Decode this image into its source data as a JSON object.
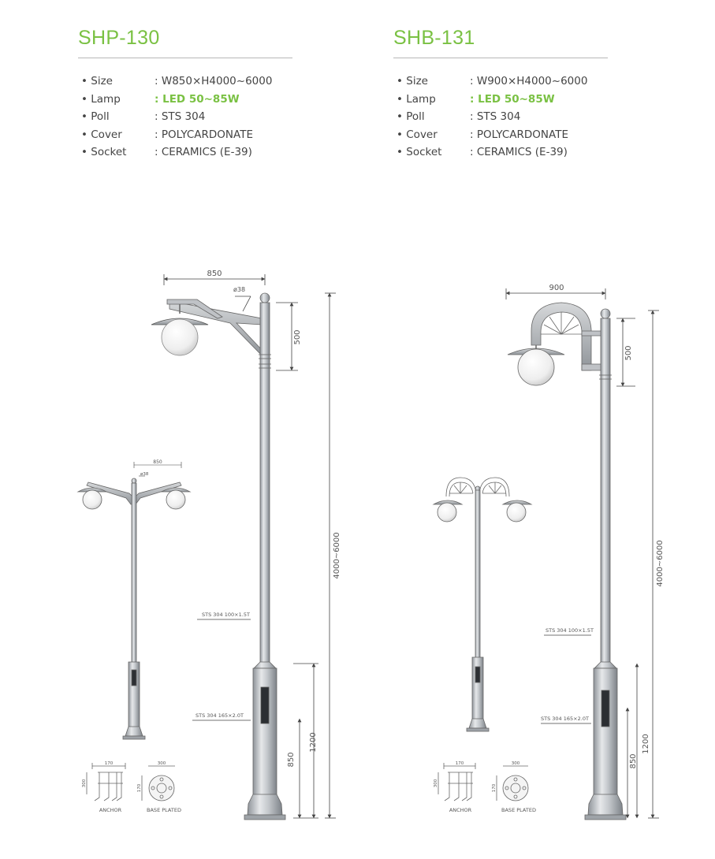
{
  "products": [
    {
      "title": "SHP-130",
      "specs": [
        {
          "key": "• Size",
          "value": ": W850×H4000~6000",
          "highlight": false
        },
        {
          "key": "• Lamp",
          "value": ": LED 50~85W",
          "highlight": true
        },
        {
          "key": "• Poll",
          "value": ": STS 304",
          "highlight": false
        },
        {
          "key": "• Cover",
          "value": ": POLYCARDONATE",
          "highlight": false
        },
        {
          "key": "• Socket",
          "value": ": CERAMICS (E-39)",
          "highlight": false
        }
      ],
      "drawing": {
        "width_dim": "850",
        "arm_dim": "ø38",
        "head_dim": "500",
        "total_height_dim": "4000~6000",
        "upper_pole_note": "STS 304 100×1.5T",
        "lower_pole_note": "STS 304 165×2.0T",
        "base_dim": "850",
        "lower_height_dim": "1200",
        "mini_width_dim": "850",
        "mini_arm_dim": "ø38",
        "anchor_width_dim": "170",
        "anchor_height_dim": "300",
        "anchor_label": "ANCHOR",
        "plate_width_dim": "300",
        "plate_height_dim": "170",
        "plate_label": "BASE PLATED"
      }
    },
    {
      "title": "SHB-131",
      "specs": [
        {
          "key": "• Size",
          "value": ": W900×H4000~6000",
          "highlight": false
        },
        {
          "key": "• Lamp",
          "value": ": LED 50~85W",
          "highlight": true
        },
        {
          "key": "• Poll",
          "value": ": STS 304",
          "highlight": false
        },
        {
          "key": "• Cover",
          "value": ": POLYCARDONATE",
          "highlight": false
        },
        {
          "key": "• Socket",
          "value": ": CERAMICS (E-39)",
          "highlight": false
        }
      ],
      "drawing": {
        "width_dim": "900",
        "head_dim": "500",
        "total_height_dim": "4000~6000",
        "upper_pole_note": "STS 304 100×1.5T",
        "lower_pole_note": "STS 304 165×2.0T",
        "base_dim": "850",
        "lower_height_dim": "1200",
        "anchor_width_dim": "170",
        "anchor_height_dim": "300",
        "anchor_label": "ANCHOR",
        "plate_width_dim": "300",
        "plate_height_dim": "170",
        "plate_label": "BASE PLATED"
      }
    }
  ]
}
